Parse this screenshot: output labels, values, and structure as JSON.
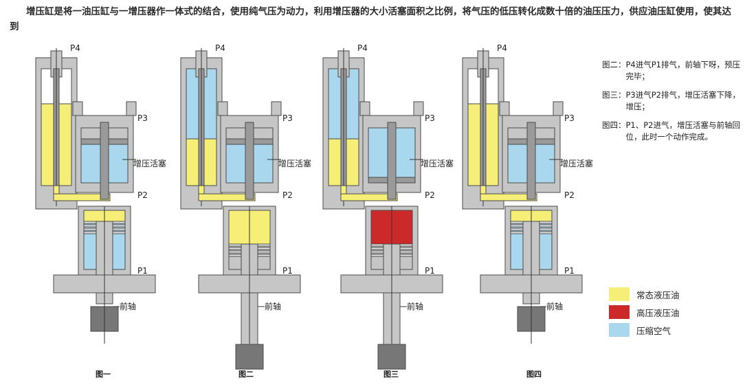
{
  "intro_text": "增压缸是将一油压缸与一增压器作一体式的结合，使用纯气压为动力，利用增压器的大小活塞面积之比例，将气压的低压转化成数十倍的油压压力，供应油压缸使用，使其达到",
  "port_labels": {
    "p4": "P4",
    "p3": "P3",
    "p2": "P2",
    "p1": "P1"
  },
  "piston_label": "增压活塞",
  "axle_label": "前轴",
  "figures": [
    {
      "caption": "图一"
    },
    {
      "caption": "图二"
    },
    {
      "caption": "图三"
    },
    {
      "caption": "图四"
    }
  ],
  "notes": [
    {
      "key": "图二：",
      "text": "P4进气P1排气，前轴下呀，预压完毕；"
    },
    {
      "key": "图三：",
      "text": "P3进气P2排气，增压活塞下降，增压；"
    },
    {
      "key": "图四：",
      "text": "P1、P2进气，增压活塞与前轴回位，此时一个动作完成。"
    }
  ],
  "legend": [
    {
      "label": "常态液压油",
      "color": "#f5ef78"
    },
    {
      "label": "高压液压油",
      "color": "#cc2a2a"
    },
    {
      "label": "压缩空气",
      "color": "#a9d8ee"
    }
  ],
  "colors": {
    "metal": "#c6c6c6",
    "metal_dark": "#9a9a9a",
    "outline": "#4a4a4a"
  }
}
